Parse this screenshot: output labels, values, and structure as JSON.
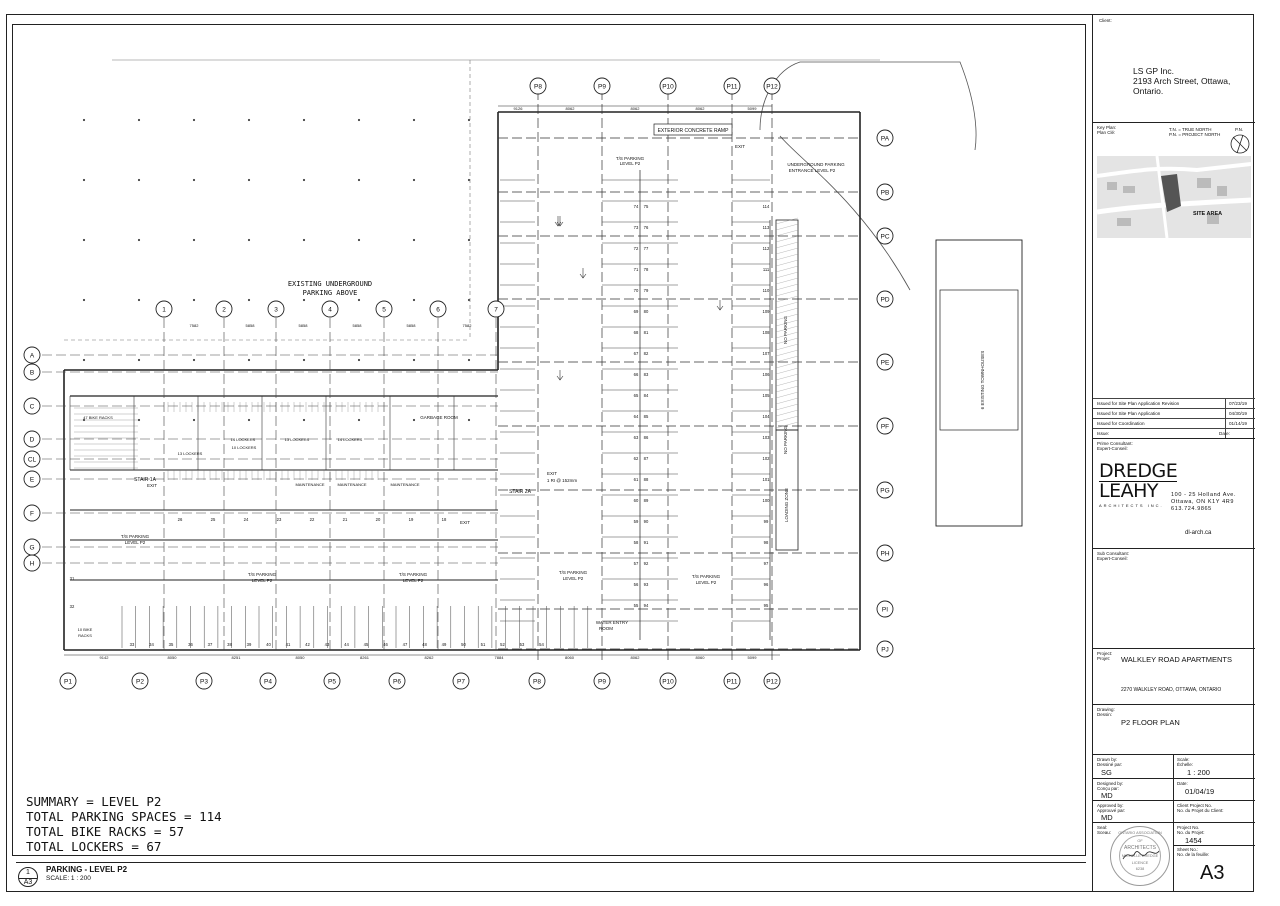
{
  "plan": {
    "existing_parking_label": [
      "EXISTING UNDERGROUND",
      "PARKING ABOVE"
    ],
    "exterior_ramp_label": "EXTERIOR CONCRETE RAMP",
    "entrance_label": [
      "UNDERGROUND PARKING",
      "ENTRANCE LEVEL P2"
    ],
    "existing_townhouses_label": "6 EXISTING TOWNHOUSES",
    "no_parking_label": "NO PARKING",
    "loading_zone_label": "LOADING ZONE",
    "stair1a_label": "STAIR 1A",
    "stair2a_label": "STAIR 2A",
    "exit_label": "EXIT",
    "exit_detail": "1 RI @ 152mm",
    "garbage_room_label": "GARBAGE ROOM",
    "water_entry_label": [
      "WATER ENTRY",
      "ROOM"
    ],
    "maintenance_label": "MAINTENANCE",
    "bike_racks_label": "47 BIKE RACKS",
    "bike_racks_small_label": [
      "10 BIKE",
      "RACKS"
    ],
    "lockers_labels": [
      "14 LOCKERS",
      "13 LOCKERS",
      "10 LOCKERS",
      "13 LOCKERS",
      "14 LOCKERS"
    ],
    "ts_parking_label": [
      "T/S PARKING",
      "LEVEL P2"
    ],
    "grid_numbers": [
      "1",
      "2",
      "3",
      "4",
      "5",
      "6",
      "7"
    ],
    "grid_letters_left": [
      "A",
      "B",
      "C",
      "D",
      "CL",
      "E",
      "F",
      "G",
      "H"
    ],
    "grid_p_bottom": [
      "P1",
      "P2",
      "P3",
      "P4",
      "P5",
      "P6",
      "P7",
      "P8",
      "P9",
      "P10",
      "P11",
      "P12"
    ],
    "grid_p_top": [
      "P8",
      "P9",
      "P10",
      "P11",
      "P12"
    ],
    "grid_p_right": [
      "PA",
      "PB",
      "PC",
      "PD",
      "PE",
      "PF",
      "PG",
      "PH",
      "PI",
      "PJ"
    ],
    "bottom_dims": [
      "9142",
      "8050",
      "8251",
      "8050",
      "8261",
      "8262",
      "7884",
      "8060",
      "8062",
      "8060",
      "5099"
    ],
    "top_dims": [
      "9126",
      "8062",
      "8062",
      "8062",
      "5099"
    ],
    "mid_dims": [
      "7582",
      "5858",
      "5858",
      "5858",
      "5858",
      "7582"
    ],
    "bottom_stall_numbers": [
      "33",
      "34",
      "35",
      "36",
      "37",
      "38",
      "39",
      "40",
      "41",
      "42",
      "43",
      "44",
      "45",
      "46",
      "47",
      "48",
      "49",
      "50",
      "51",
      "52",
      "53",
      "54"
    ],
    "middle_stall_numbers": [
      "26",
      "25",
      "24",
      "23",
      "22",
      "21",
      "20",
      "19",
      "18"
    ],
    "left_stall_numbers": [
      "31",
      "32"
    ],
    "column_stalls_a": [
      "74",
      "73",
      "72",
      "71",
      "70",
      "69",
      "68",
      "67",
      "66",
      "65",
      "64",
      "63",
      "62",
      "61",
      "60",
      "59",
      "58",
      "57",
      "56",
      "55"
    ],
    "column_stalls_b": [
      "75",
      "76",
      "77",
      "78",
      "79",
      "80",
      "81",
      "82",
      "83",
      "84",
      "85",
      "86",
      "87",
      "88",
      "89",
      "90",
      "91",
      "92",
      "93",
      "94"
    ],
    "column_stalls_c": [
      "114",
      "113",
      "112",
      "111",
      "110",
      "109",
      "108",
      "107",
      "106",
      "105",
      "104",
      "103",
      "102",
      "101",
      "100",
      "99",
      "98",
      "97",
      "96",
      "95"
    ]
  },
  "summary": {
    "line1": "SUMMARY = LEVEL P2",
    "line2": "TOTAL PARKING SPACES = 114",
    "line3": "TOTAL BIKE RACKS = 57",
    "line4": "TOTAL LOCKERS = 67"
  },
  "sheet_title": {
    "bubble_num": "1",
    "bubble_sheet": "A3",
    "title": "PARKING - LEVEL P2",
    "scale": "SCALE: 1 : 200"
  },
  "title_block": {
    "client_label": "Client:",
    "client_name": "LS GP Inc.",
    "client_addr1": "2193 Arch Street, Ottawa,",
    "client_addr2": "Ontario.",
    "keyplan_label": [
      "Key Plan:",
      "Plan Clé:"
    ],
    "north_notes": [
      "T.N. = TRUE NORTH",
      "P.N. = PROJECT NORTH"
    ],
    "pn_label": "P.N.",
    "site_area_label": "SITE AREA",
    "issues": [
      {
        "desc": "Issued for Site Plan Application Revision",
        "date": "07/23/19"
      },
      {
        "desc": "Issued for Site Plan Application",
        "date": "04/30/19"
      },
      {
        "desc": "Issued for Coordination",
        "date": "01/14/19"
      }
    ],
    "issue_label": "Issue:",
    "date_label": "Date:",
    "prime_label": [
      "Prime Consultant:",
      "Expert-Conseil:"
    ],
    "logo_top": "DREDGE",
    "logo_bottom": "LEAHY",
    "logo_sub": "ARCHITECTS INC.",
    "firm_addr1": "100 - 25 Holland Ave.",
    "firm_addr2": "Ottawa, ON  K1Y 4R9",
    "firm_phone": "613.724.9865",
    "firm_web": "dl-arch.ca",
    "sub_label": [
      "Sub Consultant:",
      "Expert-Conseil:"
    ],
    "project_label": [
      "Project:",
      "Projet:"
    ],
    "project_name": "WALKLEY ROAD APARTMENTS",
    "project_addr": "2270 WALKLEY ROAD, OTTAWA, ONTARIO",
    "drawing_label": [
      "Drawing:",
      "Dessin:"
    ],
    "drawing_name": "P2 FLOOR PLAN",
    "drawn_label": [
      "Drawn by:",
      "Dessiné par:"
    ],
    "drawn_val": "SG",
    "scale_label": [
      "Scale:",
      "Échelle:"
    ],
    "scale_val": "1 : 200",
    "designed_label": [
      "Designed by:",
      "Conçu par:"
    ],
    "designed_val": "MD",
    "date2_label": "Date:",
    "date2_val": "01/04/19",
    "approved_label": [
      "Approved by:",
      "Approuvé par:"
    ],
    "approved_val": "MD",
    "client_proj_label": [
      "Client Project No.",
      "No. du Projet du Client:"
    ],
    "seal_label": [
      "Seal:",
      "Sceau:"
    ],
    "projno_label": [
      "Project No.",
      "No. du Projet:"
    ],
    "projno_val": "1454",
    "sheetno_label": [
      "Sheet No.:",
      "No. de la feuille:"
    ],
    "sheetno_val": "A3",
    "seal_text": [
      "ONTARIO ASSOCIATION",
      "OF",
      "ARCHITECTS",
      "MICHELLE DREDGE",
      "LICENCE",
      "6238"
    ]
  }
}
